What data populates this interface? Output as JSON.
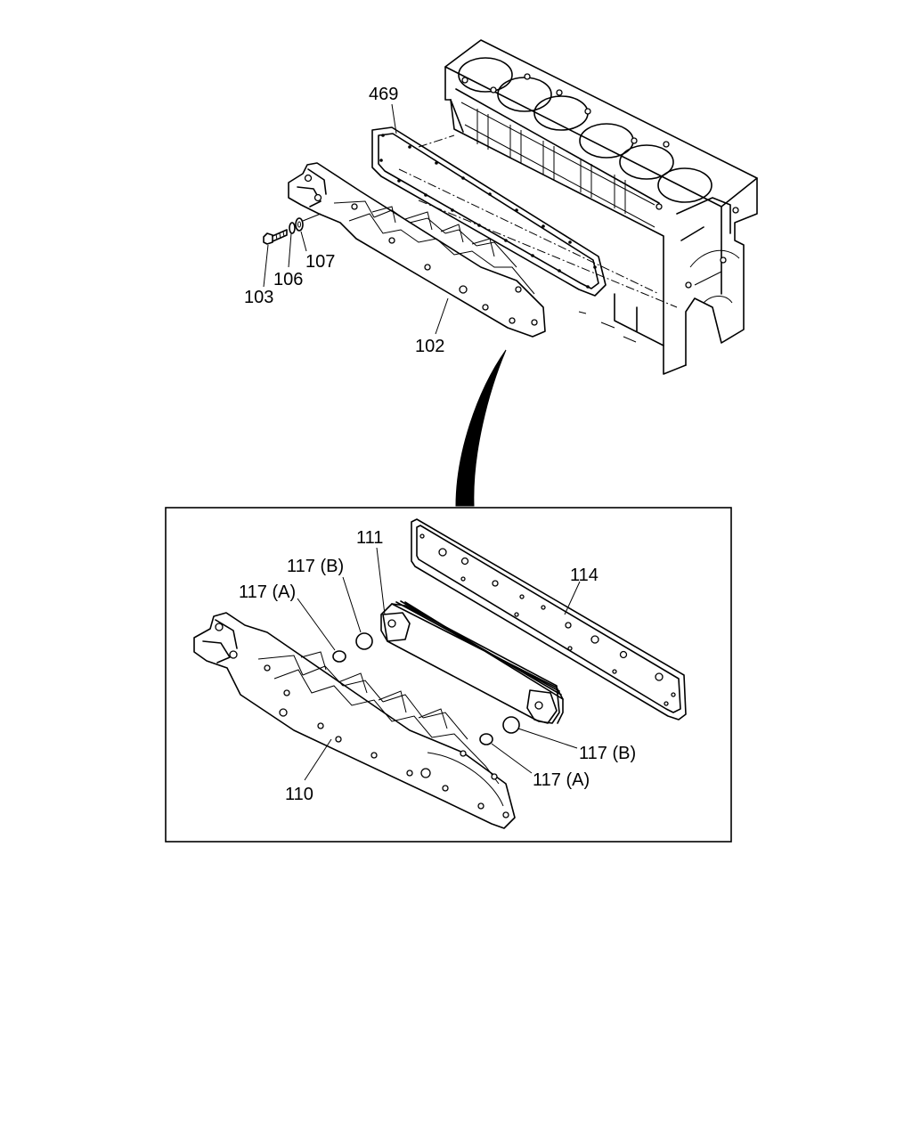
{
  "labels": {
    "gasket_block": "469",
    "bolt": "103",
    "washer": "106",
    "seal_washer": "107",
    "oil_cooler_assembly": "102",
    "cover": "110",
    "cooler_element": "111",
    "gasket_element": "114",
    "oring_a_left": "117 (A)",
    "oring_b_left": "117 (B)",
    "oring_b_right": "117 (B)",
    "oring_a_right": "117 (A)"
  }
}
